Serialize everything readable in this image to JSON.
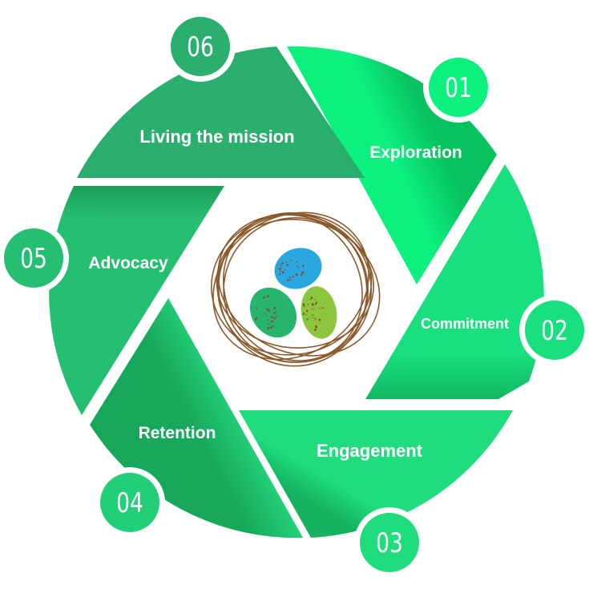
{
  "diagram": {
    "title": "Six-stage lifecycle aperture diagram",
    "center_image": {
      "name": "nest-with-eggs",
      "nest_color": "#8B5A2B",
      "eggs": [
        {
          "name": "blue-egg",
          "color": "#29A8E0"
        },
        {
          "name": "green-egg",
          "color": "#27B56E"
        },
        {
          "name": "lime-egg",
          "color": "#8CC63F"
        }
      ],
      "speckle_color": "#8B4A2B"
    },
    "stages": [
      {
        "number": "01",
        "label": "Exploration",
        "color": "#0CF07E",
        "shade": "#07C25F"
      },
      {
        "number": "02",
        "label": "Commitment",
        "color": "#18E07E",
        "shade": "#12B864"
      },
      {
        "number": "03",
        "label": "Engagement",
        "color": "#1FDC7C",
        "shade": "#15B25F"
      },
      {
        "number": "04",
        "label": "Retention",
        "color": "#22CF78",
        "shade": "#18A85C"
      },
      {
        "number": "05",
        "label": "Advocacy",
        "color": "#25BF72",
        "shade": "#1E9E5C"
      },
      {
        "number": "06",
        "label": "Living the mission",
        "color": "#2AAF6E",
        "shade": "#1E8F56"
      }
    ]
  }
}
